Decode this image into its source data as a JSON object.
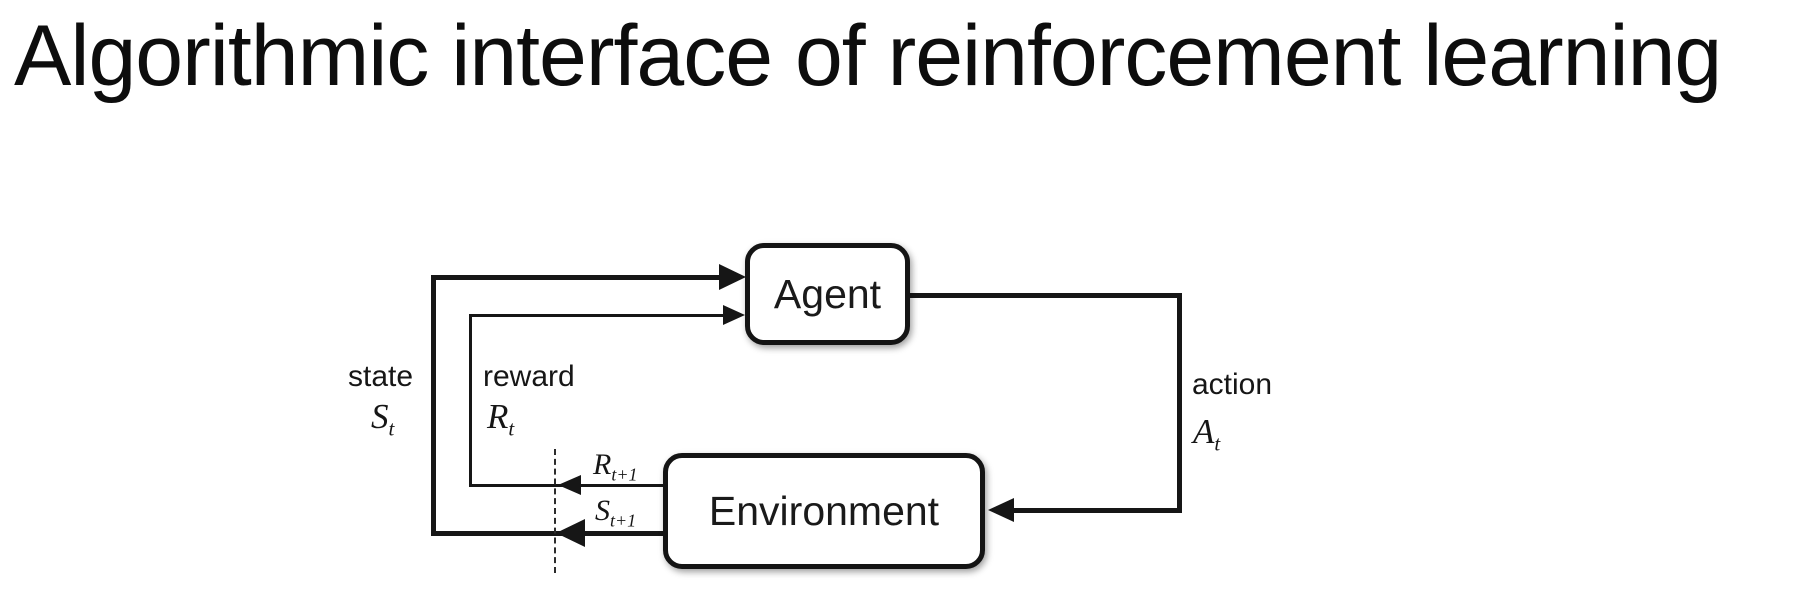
{
  "slide": {
    "title": "Algorithmic interface of reinforcement learning"
  },
  "diagram": {
    "nodes": {
      "agent": {
        "label": "Agent"
      },
      "environment": {
        "label": "Environment"
      }
    },
    "edges": {
      "state": {
        "label": "state",
        "symbol": {
          "base": "S",
          "sub": "t"
        }
      },
      "reward": {
        "label": "reward",
        "symbol": {
          "base": "R",
          "sub": "t"
        }
      },
      "action": {
        "label": "action",
        "symbol": {
          "base": "A",
          "sub": "t"
        }
      },
      "next_reward": {
        "symbol": {
          "base": "R",
          "sub": "t+1"
        }
      },
      "next_state": {
        "symbol": {
          "base": "S",
          "sub": "t+1"
        }
      }
    },
    "colors": {
      "line": "#161616",
      "box_border": "#141414",
      "box_fill": "#ffffff",
      "text": "#111111"
    }
  }
}
